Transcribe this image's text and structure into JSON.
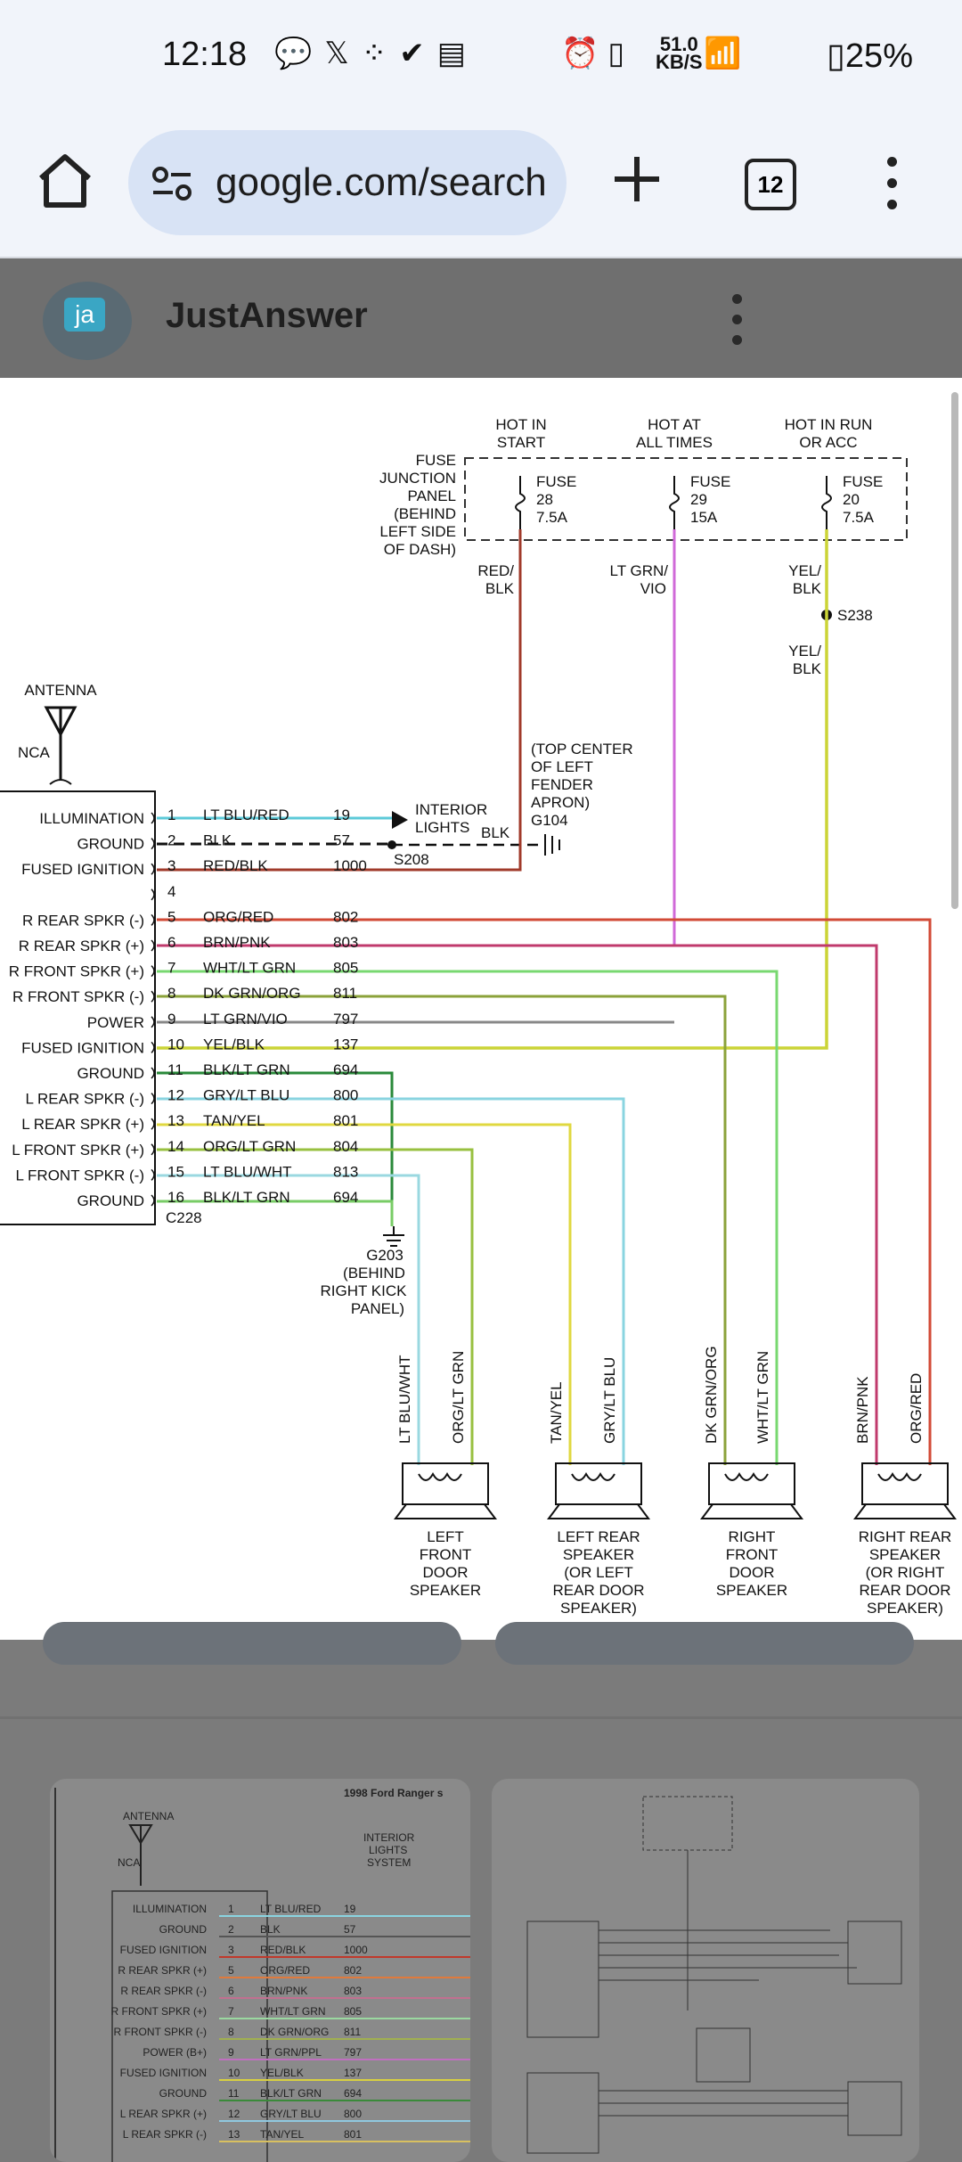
{
  "status_bar": {
    "time": "12:18",
    "net_speed": "51.0",
    "net_unit": "KB/S",
    "battery": "25%"
  },
  "browser": {
    "url": "google.com/search",
    "tab_count": "12"
  },
  "site": {
    "name": "JustAnswer",
    "logo_text": "ja"
  },
  "diagram": {
    "top_labels": [
      "HOT IN",
      "START",
      "HOT AT",
      "ALL TIMES",
      "HOT IN RUN",
      "OR ACC"
    ],
    "fuse_panel": [
      "FUSE",
      "JUNCTION",
      "PANEL",
      "(BEHIND",
      "LEFT SIDE",
      "OF DASH)"
    ],
    "fuses": [
      {
        "name": "FUSE",
        "num": "28",
        "amps": "7.5A"
      },
      {
        "name": "FUSE",
        "num": "29",
        "amps": "15A"
      },
      {
        "name": "FUSE",
        "num": "20",
        "amps": "7.5A"
      }
    ],
    "feed_colors": [
      [
        "RED/",
        "BLK"
      ],
      [
        "LT GRN/",
        "VIO"
      ],
      [
        "YEL/",
        "BLK"
      ],
      [
        "YEL/",
        "BLK"
      ]
    ],
    "splice_s238": "S238",
    "antenna": "ANTENNA",
    "nca": "NCA",
    "ground_note": [
      "(TOP CENTER",
      "OF LEFT",
      "FENDER",
      "APRON)",
      "G104"
    ],
    "interior_lights": [
      "INTERIOR",
      "LIGHTS"
    ],
    "blk": "BLK",
    "s208": "S208",
    "pins": [
      {
        "label": "ILLUMINATION",
        "pin": "1",
        "color": "LT BLU/RED",
        "circuit": "19"
      },
      {
        "label": "GROUND",
        "pin": "2",
        "color": "BLK",
        "circuit": "57"
      },
      {
        "label": "FUSED IGNITION",
        "pin": "3",
        "color": "RED/BLK",
        "circuit": "1000"
      },
      {
        "label": "",
        "pin": "4",
        "color": "",
        "circuit": ""
      },
      {
        "label": "R REAR SPKR (-)",
        "pin": "5",
        "color": "ORG/RED",
        "circuit": "802"
      },
      {
        "label": "R REAR SPKR (+)",
        "pin": "6",
        "color": "BRN/PNK",
        "circuit": "803"
      },
      {
        "label": "R FRONT SPKR (+)",
        "pin": "7",
        "color": "WHT/LT GRN",
        "circuit": "805"
      },
      {
        "label": "R FRONT SPKR (-)",
        "pin": "8",
        "color": "DK GRN/ORG",
        "circuit": "811"
      },
      {
        "label": "POWER",
        "pin": "9",
        "color": "LT GRN/VIO",
        "circuit": "797"
      },
      {
        "label": "FUSED IGNITION",
        "pin": "10",
        "color": "YEL/BLK",
        "circuit": "137"
      },
      {
        "label": "GROUND",
        "pin": "11",
        "color": "BLK/LT GRN",
        "circuit": "694"
      },
      {
        "label": "L REAR SPKR (-)",
        "pin": "12",
        "color": "GRY/LT BLU",
        "circuit": "800"
      },
      {
        "label": "L REAR SPKR (+)",
        "pin": "13",
        "color": "TAN/YEL",
        "circuit": "801"
      },
      {
        "label": "L FRONT SPKR (+)",
        "pin": "14",
        "color": "ORG/LT GRN",
        "circuit": "804"
      },
      {
        "label": "L FRONT SPKR (-)",
        "pin": "15",
        "color": "LT BLU/WHT",
        "circuit": "813"
      },
      {
        "label": "GROUND",
        "pin": "16",
        "color": "BLK/LT GRN",
        "circuit": "694"
      }
    ],
    "connector": "C228",
    "ground_g203": [
      "G203",
      "(BEHIND",
      "RIGHT KICK",
      "PANEL)"
    ],
    "speaker_wires": [
      "LT BLU/WHT",
      "ORG/LT GRN",
      "TAN/YEL",
      "GRY/LT BLU",
      "DK GRN/ORG",
      "WHT/LT GRN",
      "BRN/PNK",
      "ORG/RED"
    ],
    "speakers": [
      [
        "LEFT",
        "FRONT",
        "DOOR",
        "SPEAKER"
      ],
      [
        "LEFT REAR",
        "SPEAKER",
        "(OR LEFT",
        "REAR DOOR",
        "SPEAKER)"
      ],
      [
        "RIGHT",
        "FRONT",
        "DOOR",
        "SPEAKER"
      ],
      [
        "RIGHT REAR",
        "SPEAKER",
        "(OR RIGHT",
        "REAR DOOR",
        "SPEAKER)"
      ]
    ]
  },
  "thumbnails": {
    "first": {
      "title": "1998 Ford Ranger s",
      "antenna": "ANTENNA",
      "nca": "NCA",
      "interior": [
        "INTERIOR",
        "LIGHTS",
        "SYSTEM"
      ],
      "rows": [
        {
          "label": "ILLUMINATION",
          "pin": "1",
          "color": "LT BLU/RED",
          "circuit": "19"
        },
        {
          "label": "GROUND",
          "pin": "2",
          "color": "BLK",
          "circuit": "57"
        },
        {
          "label": "FUSED IGNITION",
          "pin": "3",
          "color": "RED/BLK",
          "circuit": "1000"
        },
        {
          "label": "R REAR SPKR (+)",
          "pin": "5",
          "color": "ORG/RED",
          "circuit": "802"
        },
        {
          "label": "R REAR SPKR (-)",
          "pin": "6",
          "color": "BRN/PNK",
          "circuit": "803"
        },
        {
          "label": "R FRONT SPKR (+)",
          "pin": "7",
          "color": "WHT/LT GRN",
          "circuit": "805"
        },
        {
          "label": "R FRONT SPKR (-)",
          "pin": "8",
          "color": "DK GRN/ORG",
          "circuit": "811"
        },
        {
          "label": "POWER (B+)",
          "pin": "9",
          "color": "LT GRN/PPL",
          "circuit": "797"
        },
        {
          "label": "FUSED IGNITION",
          "pin": "10",
          "color": "YEL/BLK",
          "circuit": "137"
        },
        {
          "label": "GROUND",
          "pin": "11",
          "color": "BLK/LT GRN",
          "circuit": "694"
        },
        {
          "label": "L REAR SPKR (+)",
          "pin": "12",
          "color": "GRY/LT BLU",
          "circuit": "800"
        },
        {
          "label": "L REAR SPKR (-)",
          "pin": "13",
          "color": "TAN/YEL",
          "circuit": "801"
        }
      ]
    }
  }
}
